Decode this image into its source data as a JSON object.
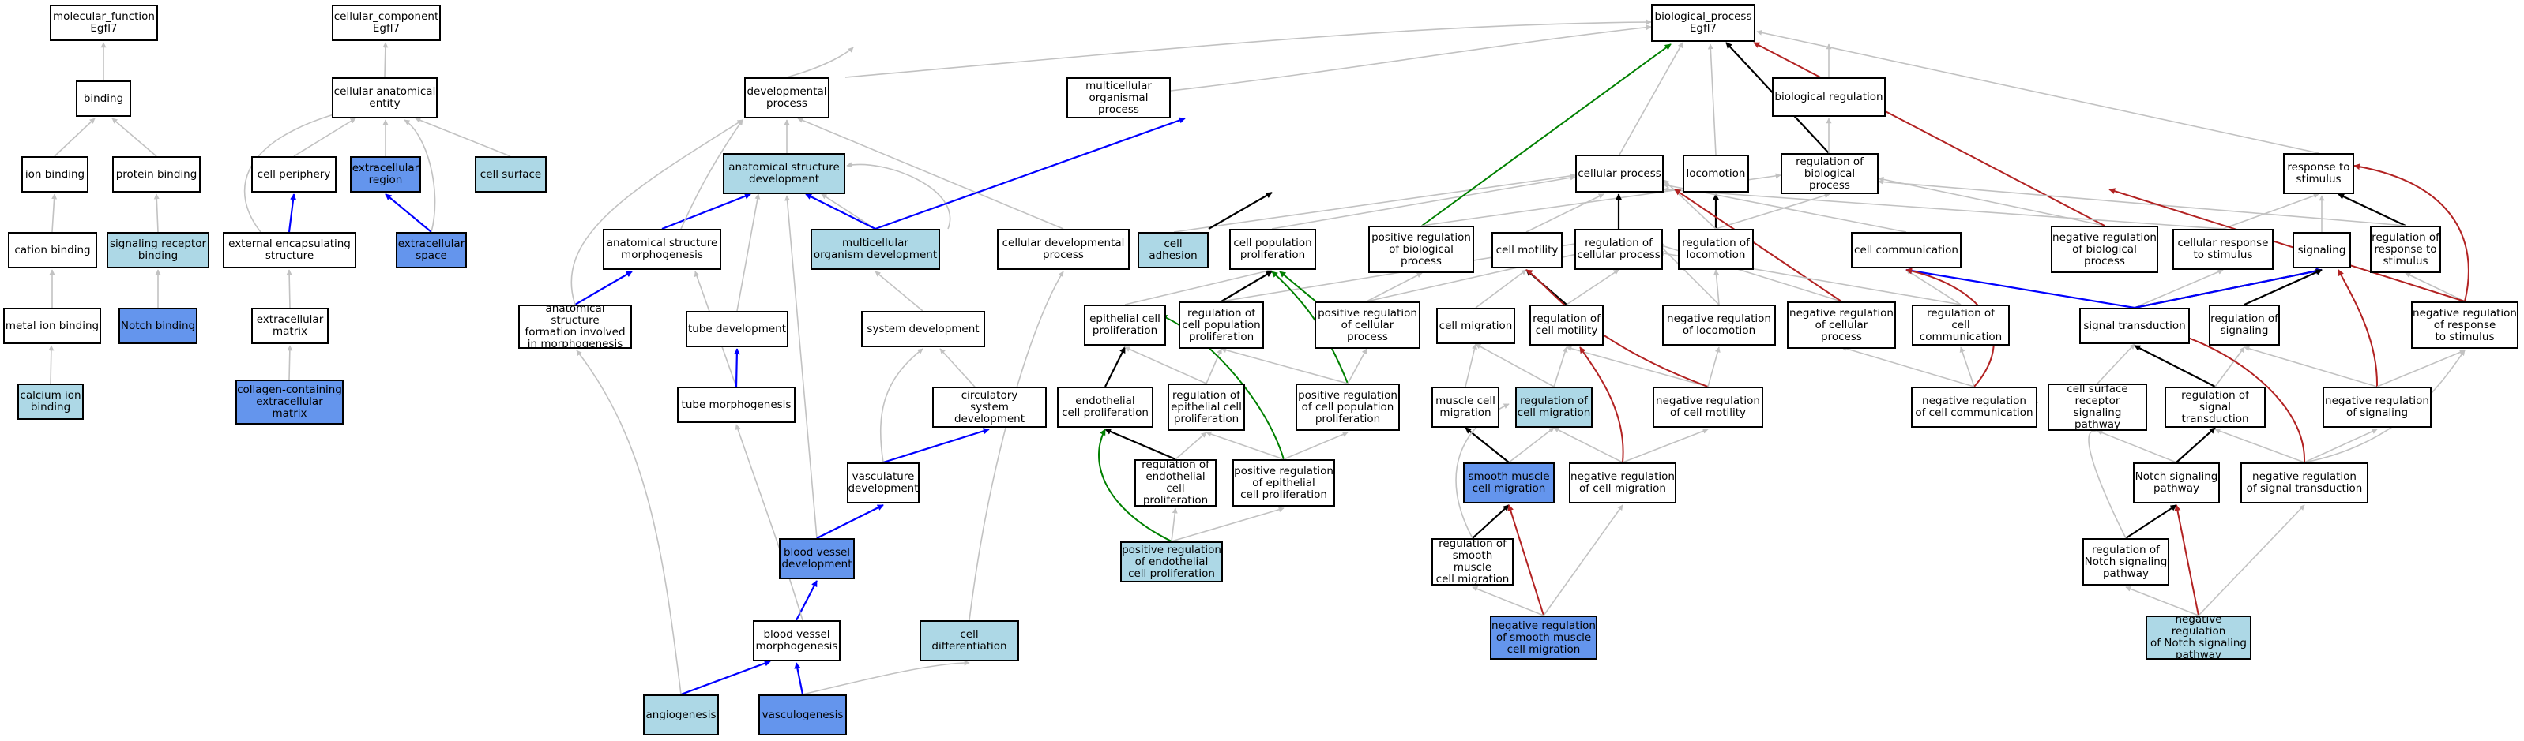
{
  "colors": {
    "default_edge": "#c2c2c2",
    "is_a_strong": "#000000",
    "part_of": "#0000ff",
    "positively_regulates": "#008000",
    "negatively_regulates": "#b22222",
    "highlight_light": "#add8e6",
    "highlight_blue": "#6495ed"
  },
  "nodes": {
    "mf": "molecular_function\nEgfl7",
    "binding": "binding",
    "ion_binding": "ion binding",
    "protein_binding": "protein binding",
    "cation_binding": "cation binding",
    "signaling_receptor_binding": "signaling receptor\nbinding",
    "metal_ion_binding": "metal ion binding",
    "notch_binding": "Notch binding",
    "calcium_ion_binding": "calcium ion\nbinding",
    "cc": "cellular_component\nEgfl7",
    "cellular_anatomical_entity": "cellular anatomical\nentity",
    "cell_periphery": "cell periphery",
    "extracellular_region": "extracellular\nregion",
    "cell_surface": "cell surface",
    "external_encapsulating_structure": "external encapsulating\nstructure",
    "extracellular_space": "extracellular\nspace",
    "extracellular_matrix": "extracellular\nmatrix",
    "collagen_ecm": "collagen-containing\nextracellular\nmatrix",
    "developmental_process": "developmental\nprocess",
    "multicellular_organismal_process": "multicellular\norganismal process",
    "anatomical_structure_development": "anatomical structure\ndevelopment",
    "anatomical_structure_morphogenesis": "anatomical structure\nmorphogenesis",
    "multicellular_organism_development": "multicellular\norganism development",
    "cellular_developmental_process": "cellular developmental\nprocess",
    "anatomical_structure_formation": "anatomical structure\nformation involved\nin morphogenesis",
    "tube_development": "tube development",
    "system_development": "system development",
    "circulatory_system_development": "circulatory\nsystem development",
    "tube_morphogenesis": "tube morphogenesis",
    "vasculature_development": "vasculature\ndevelopment",
    "blood_vessel_development": "blood vessel\ndevelopment",
    "blood_vessel_morphogenesis": "blood vessel\nmorphogenesis",
    "angiogenesis": "angiogenesis",
    "vasculogenesis": "vasculogenesis",
    "cell_differentiation": "cell differentiation",
    "bp": "biological_process\nEgfl7",
    "biological_regulation": "biological regulation",
    "cellular_process": "cellular process",
    "locomotion": "locomotion",
    "regulation_of_biological_process": "regulation of\nbiological process",
    "response_to_stimulus": "response to\nstimulus",
    "cell_adhesion": "cell adhesion",
    "cell_population_proliferation": "cell population\nproliferation",
    "positive_regulation_of_biological_process": "positive regulation\nof biological\nprocess",
    "cell_motility": "cell motility",
    "regulation_of_cellular_process": "regulation of\ncellular process",
    "regulation_of_locomotion": "regulation of\nlocomotion",
    "cell_communication": "cell communication",
    "negative_regulation_of_biological_process": "negative regulation\nof biological\nprocess",
    "cellular_response_to_stimulus": "cellular response\nto stimulus",
    "signaling": "signaling",
    "regulation_of_response_to_stimulus": "regulation of\nresponse to\nstimulus",
    "epithelial_cell_proliferation": "epithelial cell\nproliferation",
    "regulation_of_cell_population_proliferation": "regulation of\ncell population\nproliferation",
    "positive_regulation_of_cellular_process": "positive regulation\nof cellular\nprocess",
    "cell_migration": "cell migration",
    "regulation_of_cell_motility": "regulation of\ncell motility",
    "negative_regulation_of_locomotion": "negative regulation\nof locomotion",
    "negative_regulation_of_cellular_process": "negative regulation\nof cellular\nprocess",
    "regulation_of_cell_communication": "regulation of\ncell communication",
    "signal_transduction": "signal transduction",
    "regulation_of_signaling": "regulation of\nsignaling",
    "negative_regulation_of_response_to_stimulus": "negative regulation\nof response\nto stimulus",
    "endothelial_cell_proliferation": "endothelial\ncell proliferation",
    "regulation_of_epithelial_cell_proliferation": "regulation of\nepithelial cell\nproliferation",
    "positive_regulation_of_cell_population_proliferation": "positive regulation\nof cell population\nproliferation",
    "muscle_cell_migration": "muscle cell\nmigration",
    "regulation_of_cell_migration": "regulation of\ncell migration",
    "negative_regulation_of_cell_motility": "negative regulation\nof cell motility",
    "negative_regulation_of_cell_communication": "negative regulation\nof cell communication",
    "cell_surface_receptor_signaling_pathway": "cell surface\nreceptor signaling\npathway",
    "regulation_of_signal_transduction": "regulation of\nsignal transduction",
    "negative_regulation_of_signaling": "negative regulation\nof signaling",
    "regulation_of_endothelial_cell_proliferation": "regulation of\nendothelial\ncell proliferation",
    "positive_regulation_of_epithelial_cell_proliferation": "positive regulation\nof epithelial\ncell proliferation",
    "smooth_muscle_cell_migration": "smooth muscle\ncell migration",
    "negative_regulation_of_cell_migration": "negative regulation\nof cell migration",
    "notch_signaling_pathway": "Notch signaling\npathway",
    "negative_regulation_of_signal_transduction": "negative regulation\nof signal transduction",
    "positive_regulation_of_endothelial_cell_proliferation": "positive regulation\nof endothelial\ncell proliferation",
    "regulation_of_smooth_muscle_cell_migration": "regulation of\nsmooth muscle\ncell migration",
    "regulation_of_notch_signaling_pathway": "regulation of\nNotch signaling\npathway",
    "negative_regulation_of_smooth_muscle_cell_migration": "negative regulation\nof smooth muscle\ncell migration",
    "negative_regulation_of_notch_signaling_pathway": "negative regulation\nof Notch signaling\npathway"
  }
}
